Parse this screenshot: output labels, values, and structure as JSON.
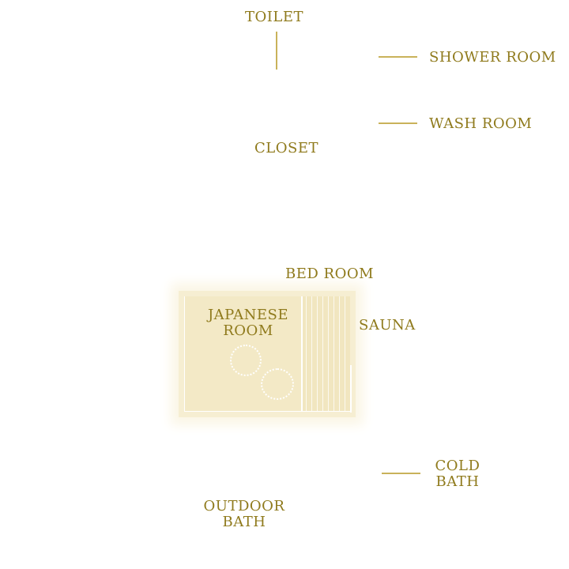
{
  "labels": {
    "toilet": "TOILET",
    "shower_room": "SHOWER ROOM",
    "wash_room": "WASH ROOM",
    "closet": "CLOSET",
    "bed_room": "BED ROOM",
    "japanese_room_line1": "JAPANESE",
    "japanese_room_line2": "ROOM",
    "sauna": "SAUNA",
    "cold_bath_line1": "COLD",
    "cold_bath_line2": "BATH",
    "outdoor_bath_line1": "OUTDOOR",
    "outdoor_bath_line2": "BATH"
  },
  "colors": {
    "label_text": "#8f7a1c",
    "leader_line": "#c9b25a",
    "room_highlight": "#f3e9c6"
  }
}
